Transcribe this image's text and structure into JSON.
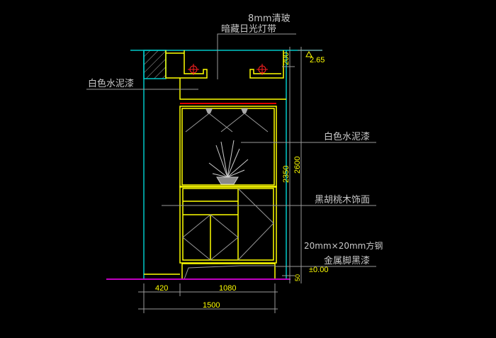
{
  "drawing": {
    "labels": {
      "glass": "8mm清玻",
      "light_strip": "暗藏日光灯带",
      "white_paint_left": "白色水泥漆",
      "white_paint_right": "白色水泥漆",
      "walnut": "黑胡桃木饰面",
      "steel": "20mm×20mm方钢",
      "metal_leg": "金属脚黑漆"
    },
    "dimensions": {
      "top_height": "200",
      "top_level": "2.65",
      "inner_height": "2350",
      "total_height": "2600",
      "floor_level": "±0.00",
      "base": "50",
      "left_width": "420",
      "cabinet_width": "1080",
      "total_width": "1500"
    },
    "colors": {
      "wall": "#00c8c8",
      "furniture": "#ffff00",
      "floor": "#c000c0",
      "glass": "#e00000",
      "leader": "#9a9a9a"
    }
  }
}
